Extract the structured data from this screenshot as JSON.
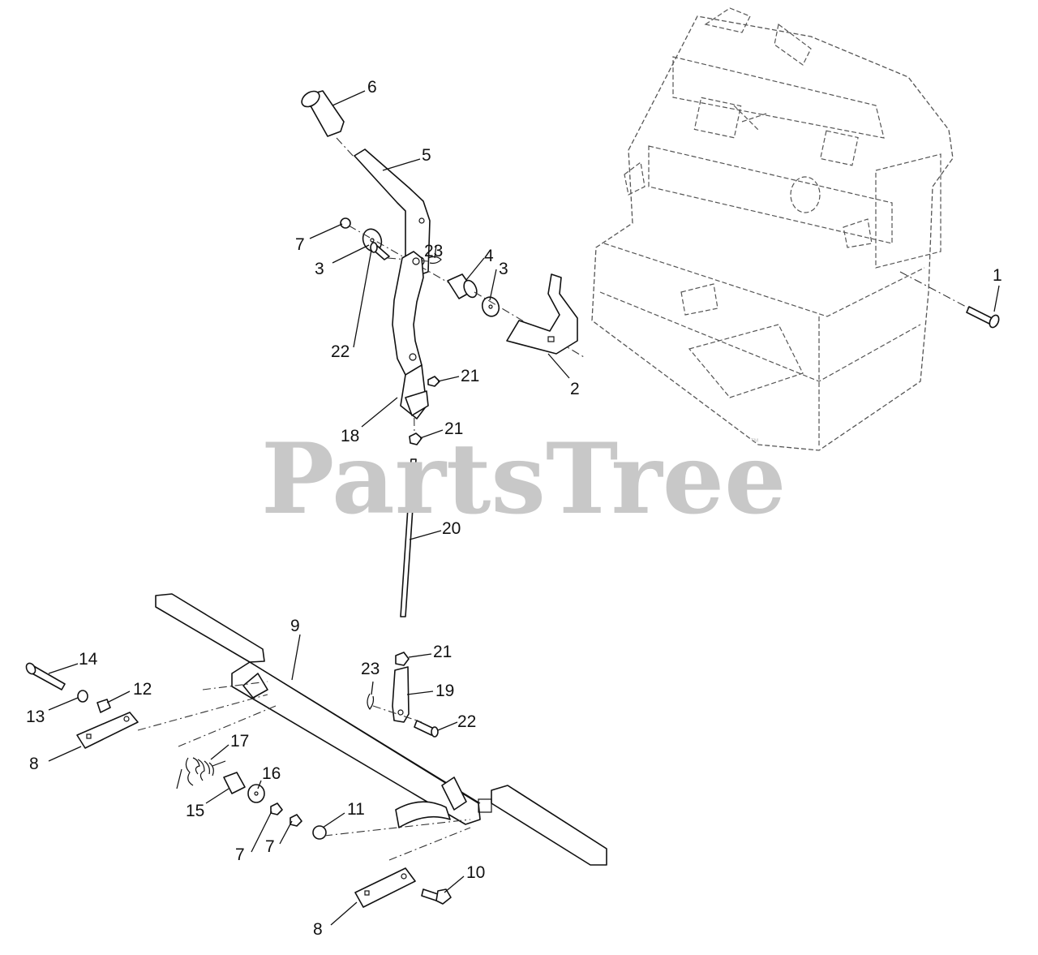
{
  "watermark": {
    "text": "PartsTree",
    "trademark": "™"
  },
  "callouts": [
    {
      "id": "c1",
      "label": "1"
    },
    {
      "id": "c2",
      "label": "2"
    },
    {
      "id": "c3a",
      "label": "3"
    },
    {
      "id": "c3b",
      "label": "3"
    },
    {
      "id": "c4",
      "label": "4"
    },
    {
      "id": "c5",
      "label": "5"
    },
    {
      "id": "c6",
      "label": "6"
    },
    {
      "id": "c7a",
      "label": "7"
    },
    {
      "id": "c7b",
      "label": "7"
    },
    {
      "id": "c7c",
      "label": "7"
    },
    {
      "id": "c8a",
      "label": "8"
    },
    {
      "id": "c8b",
      "label": "8"
    },
    {
      "id": "c9",
      "label": "9"
    },
    {
      "id": "c10",
      "label": "10"
    },
    {
      "id": "c11",
      "label": "11"
    },
    {
      "id": "c12",
      "label": "12"
    },
    {
      "id": "c13",
      "label": "13"
    },
    {
      "id": "c14",
      "label": "14"
    },
    {
      "id": "c15",
      "label": "15"
    },
    {
      "id": "c16",
      "label": "16"
    },
    {
      "id": "c17",
      "label": "17"
    },
    {
      "id": "c18",
      "label": "18"
    },
    {
      "id": "c19",
      "label": "19"
    },
    {
      "id": "c20",
      "label": "20"
    },
    {
      "id": "c21a",
      "label": "21"
    },
    {
      "id": "c21b",
      "label": "21"
    },
    {
      "id": "c21c",
      "label": "21"
    },
    {
      "id": "c22a",
      "label": "22"
    },
    {
      "id": "c22b",
      "label": "22"
    },
    {
      "id": "c23a",
      "label": "23"
    },
    {
      "id": "c23b",
      "label": "23"
    }
  ]
}
